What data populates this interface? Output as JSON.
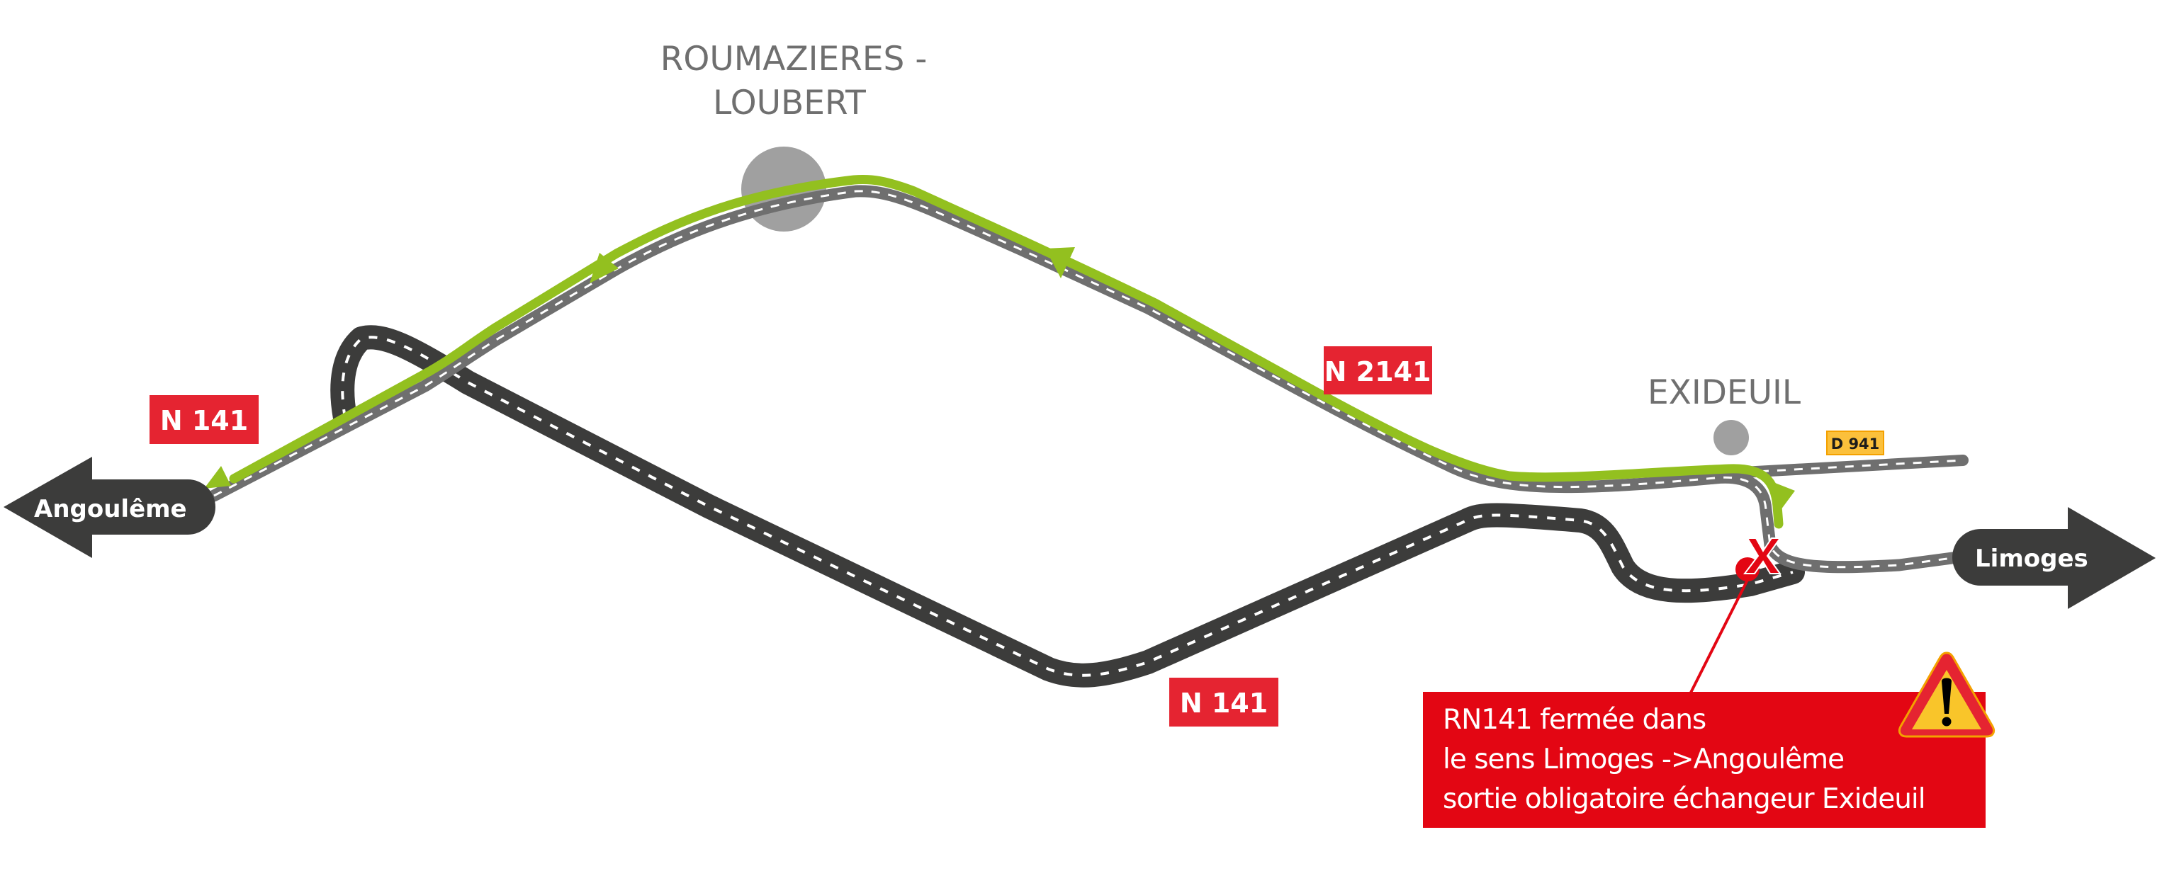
{
  "towns": [
    {
      "name_line1": "ROUMAZIERES -",
      "name_line2": "LOUBERT"
    },
    {
      "name_line1": "EXIDEUIL"
    }
  ],
  "road_labels": {
    "n141_west": "N 141",
    "n2141": "N 2141",
    "n141_south": "N 141",
    "d941": "D 941"
  },
  "directions": {
    "west": "Angoulême",
    "east": "Limoges"
  },
  "alert": {
    "lines": [
      "RN141 fermée dans",
      "le sens Limoges ->Angoulême",
      "sortie obligatoire échangeur Exideuil"
    ],
    "icon": "warning-triangle-icon"
  },
  "colors": {
    "detour_green": "#93c01f",
    "secondary_road": "#6f6f6f",
    "closed_road": "#3c3c3b",
    "road_label_red": "#e52431",
    "alert_red": "#e30613",
    "departmental_yellow": "#fbc03b",
    "town_dot": "#a0a0a0"
  }
}
